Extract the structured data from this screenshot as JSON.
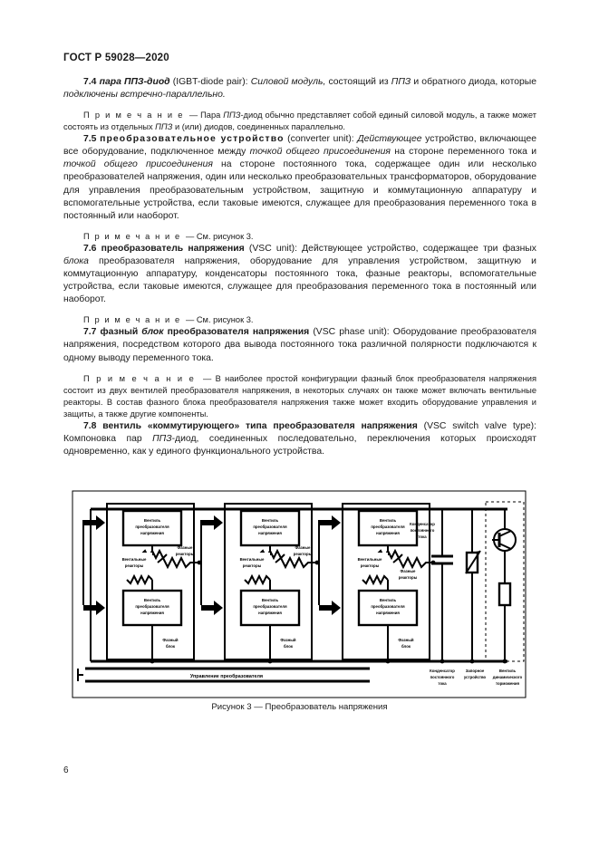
{
  "document": {
    "standard_header": "ГОСТ Р 59028—2020",
    "page_number": "6"
  },
  "clauses": [
    {
      "id": "7.4",
      "number": "7.4",
      "term": "пара ППЗ-диод",
      "english": "(IGBT-diode pair):",
      "definition": "Силовой модуль, состоящий из ППЗ и обратного диода, которые подключены встречно-параллельно.",
      "full_text": "7.4 пара ППЗ-диод (IGBT-diode pair): Силовой модуль, состоящий из ППЗ и обратного диода, которые подключены встречно-параллельно.",
      "note_label": "П р и м е ч а н и е",
      "note_text": "— Пара ППЗ-диод обычно представляет собой единый силовой модуль, а также может состоять из отдельных ППЗ и (или) диодов, соединенных параллельно."
    },
    {
      "id": "7.5",
      "number": "7.5",
      "term": "преобразовательное устройство",
      "english": "(converter unit):",
      "definition": "Действующее устройство, включающее все оборудование, подключенное между точкой общего присоединения на стороне переменного тока и точкой общего присоединения на стороне постоянного тока, содержащее один или несколько преобразователей напряжения, один или несколько преобразовательных трансформаторов, оборудование для управления преобразовательным устройством, защитную и коммутационную аппаратуру и вспомогательные устройства, если таковые имеются, служащее для преобразования переменного тока в постоянный или наоборот.",
      "note_label": "П р и м е ч а н и е",
      "note_text": "— См. рисунок 3."
    },
    {
      "id": "7.6",
      "number": "7.6",
      "term": "преобразователь напряжения",
      "english": "(VSC unit):",
      "definition": "Действующее устройство, содержащее три фазных блока преобразователя напряжения, оборудование для управления устройством, защитную и коммутационную аппаратуру, конденсаторы постоянного тока, фазные реакторы, вспомогательные устройства, если таковые имеются, служащее для преобразования переменного тока в постоянный или наоборот.",
      "note_label": "П р и м е ч а н и е",
      "note_text": "— См. рисунок 3."
    },
    {
      "id": "7.7",
      "number": "7.7",
      "term": "фазный блок преобразователя напряжения",
      "english": "(VSC phase unit):",
      "definition": "Оборудование преобразователя напряжения, посредством которого два вывода постоянного тока различной полярности подключаются к одному выводу переменного тока.",
      "note_label": "П р и м е ч а н и е",
      "note_text": "— В наиболее простой конфигурации фазный блок преобразователя напряжения состоит из двух вентилей преобразователя напряжения, в некоторых случаях он также может включать вентильные реакторы. В состав фазного блока преобразователя напряжения также может входить оборудование управления и защиты, а также другие компоненты."
    },
    {
      "id": "7.8",
      "number": "7.8",
      "term": "вентиль «коммутирующего» типа преобразователя напряжения",
      "english": "(VSC switch valve type):",
      "definition": "Компоновка пар ППЗ-диод, соединенных последовательно, переключения которых происходят одновременно, как у единого функционального устройства."
    }
  ],
  "figure": {
    "caption": "Рисунок 3 — Преобразователь напряжения",
    "labels": {
      "valve": "Вентиль преобразователя напряжения",
      "valve_reactors": "Вентильные реакторы",
      "phase_reactors": "Фазные реакторы",
      "phase_block": "Фазный блок",
      "dc_capacitor": "Конденсатор постоянного тока",
      "converter_control": "Управление преобразователя",
      "dc_capacitor_bottom": "Конденсатор постоянного тока",
      "blocking_device": "Запорное устройство",
      "dynamic_braking_valve": "Вентиль динамического торможения"
    },
    "phase_block_count": 3
  }
}
